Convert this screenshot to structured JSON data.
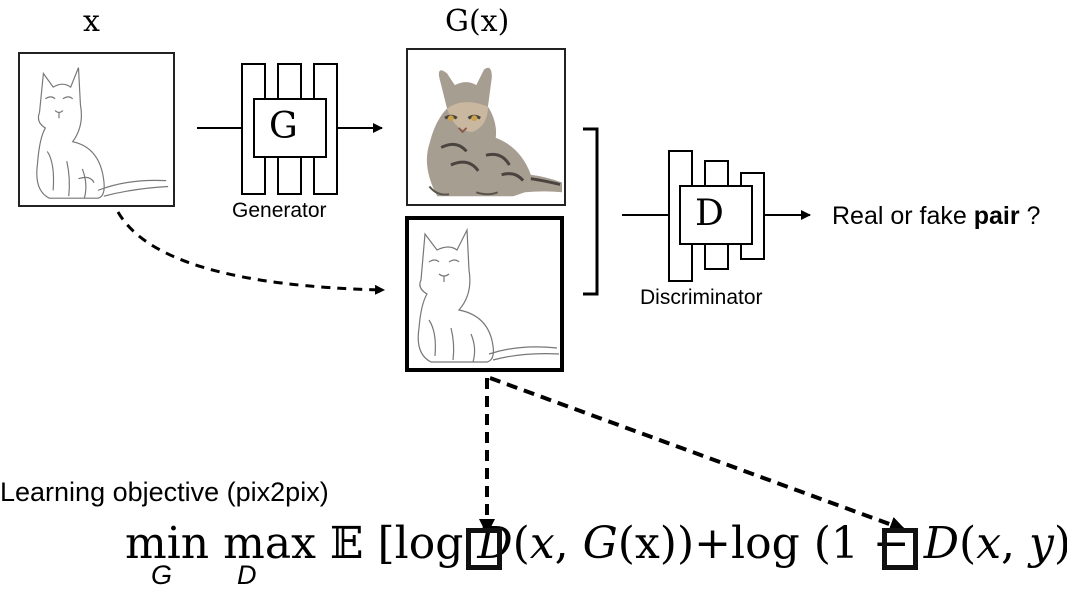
{
  "labels": {
    "input": "x",
    "generated": "G(x)",
    "generator_letter": "G",
    "generator_caption": "Generator",
    "discriminator_letter": "D",
    "discriminator_caption": "Discriminator",
    "output_prefix": "Real or fake ",
    "output_bold": "pair",
    "output_suffix": " ?"
  },
  "objective": {
    "title": "Learning objective (pix2pix)",
    "min_op": "min",
    "max_op": "max",
    "expectation": "𝔼",
    "lbracket": "[",
    "log1": "log",
    "D1": "D",
    "lp1": "(",
    "x1": "x",
    "comma1": ", ",
    "G": "G",
    "gx": "(x)",
    "rp1": ")",
    "plus": "+",
    "log2": "log",
    "lp2": " (1 − ",
    "D2": "D",
    "lp3": "(",
    "x2": "x",
    "comma2": ", ",
    "y": "y",
    "rp2": "))",
    "rbracket": "]",
    "sub_min": "G",
    "sub_max": "D"
  },
  "colors": {
    "ink": "#000000",
    "cat_fur": "#a79e92",
    "cat_dark": "#4a443e",
    "cat_eye": "#c9a24a",
    "sketch_line": "#6f6f6f"
  }
}
